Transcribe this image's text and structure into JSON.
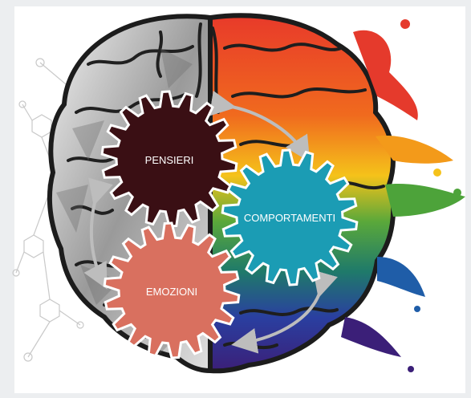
{
  "gears": {
    "pensieri": {
      "label": "PENSIERI",
      "color": "#3a0f14"
    },
    "comportamenti": {
      "label": "COMPORTAMENTI",
      "color": "#1b9cb4"
    },
    "emozioni": {
      "label": "EMOZIONI",
      "color": "#d9705f"
    }
  },
  "colors": {
    "background": "#eceef0",
    "panel": "#ffffff",
    "brain_gray_dark": "#2b2b2b",
    "brain_gray_light": "#d8d8d8",
    "arrow": "#b8b8b8",
    "gear_text": "#ffffff"
  },
  "decor": {
    "left_half": "grayscale-lowpoly-brain",
    "right_half": "paint-splash-brain",
    "background": "molecule-network"
  }
}
